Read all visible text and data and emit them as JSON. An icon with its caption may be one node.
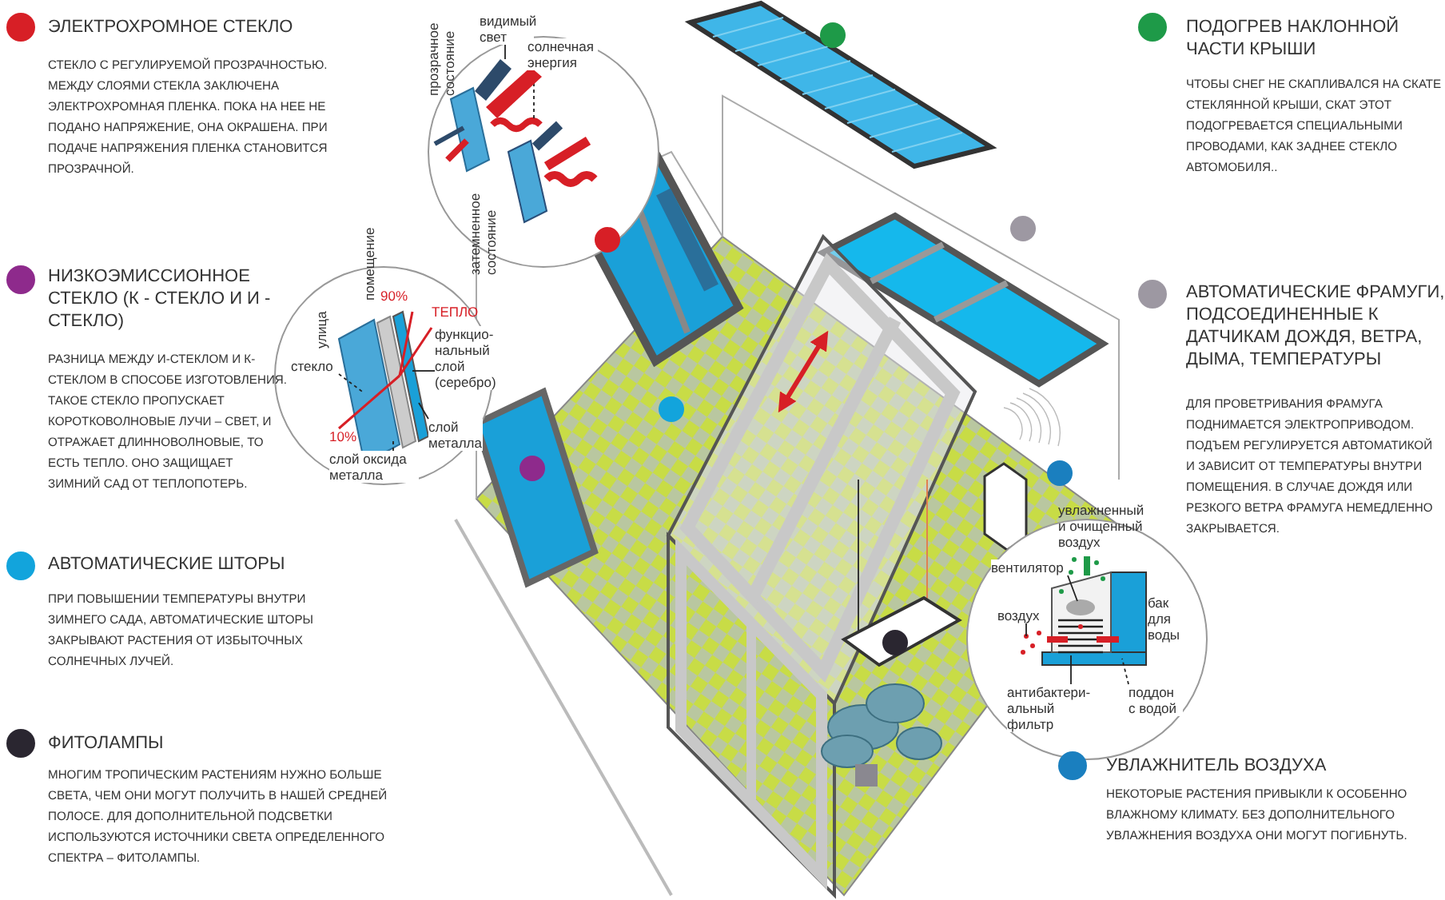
{
  "diagram": {
    "nodes": [
      {
        "text": [
          "стекло"
        ]
      },
      {
        "text": [
          "функцио- нальный слой (серебро)"
        ]
      },
      {
        "text": [
          "слой металла"
        ]
      },
      {
        "text": [
          "слой оксида металла"
        ]
      },
      {
        "text": [
          "видимый свет"
        ]
      },
      {
        "text": [
          "солнечная энергия"
        ]
      },
      {
        "text": [
          "вентилятор"
        ]
      },
      {
        "text": [
          "воздух"
        ]
      },
      {
        "text": [
          "антибактери- альный фильтр"
        ]
      },
      {
        "text": [
          "поддон с водой"
        ]
      },
      {
        "text": [],
        "shape": "bar"
      },
      {
        "text": [],
        "shape": "bar"
      }
    ],
    "edges": [
      {
        "from": 0,
        "to": null,
        "arrow": "none",
        "style": "dashed"
      },
      {
        "from": 1,
        "to": null,
        "arrow": "none"
      },
      {
        "from": 2,
        "to": null,
        "arrow": "none"
      },
      {
        "from": 3,
        "to": null,
        "arrow": "none",
        "style": "dashed"
      },
      {
        "from": 4,
        "to": 10,
        "arrow": "none"
      },
      {
        "from": 5,
        "to": 11,
        "arrow": "none",
        "style": "dashed"
      },
      {
        "from": 6,
        "to": null,
        "arrow": "none"
      },
      {
        "from": 7,
        "to": null,
        "arrow": "none"
      },
      {
        "from": 8,
        "to": null,
        "arrow": "none"
      },
      {
        "from": 9,
        "to": null,
        "arrow": "none",
        "style": "dashed"
      }
    ],
    "labels": [
      "СТЕКЛО С РЕГУЛИРУЕМОЙ ПРОЗРАЧНОСТЬЮ. МЕЖДУ СЛОЯМИ СТЕКЛА ЗАКЛЮЧЕНА ЭЛЕКТРОХРОМНАЯ ПЛЕНКА. ПОКА НА НЕЕ НЕ ПОДАНО НАПРЯЖЕНИЕ, ОНА ОКРАШЕНА. ПРИ ПОДАЧЕ НАПРЯЖЕНИЯ ПЛЕНКА СТАНОВИТСЯ ПРОЗРАЧНОЙ.",
      "РАЗНИЦА МЕЖДУ И-СТЕКЛОМ И К-СТЕКЛОМ В СПОСОБЕ ИЗГОТОВЛЕНИЯ. ТАКОЕ СТЕКЛО ПРОПУСКАЕТ КОРОТКОВОЛНОВЫЕ ЛУЧИ – СВЕТ, И ОТРАЖАЕТ ДЛИННОВОЛНОВЫЕ, ТО ЕСТЬ ТЕПЛО. ОНО ЗАЩИЩАЕТ ЗИМНИЙ САД ОТ ТЕПЛОПОТЕРЬ.",
      "ПРИ ПОВЫШЕНИИ ТЕМПЕРАТУРЫ ВНУТРИ ЗИМНЕГО САДА, АВТОМАТИЧЕСКИЕ ШТОРЫ ЗАКРЫВАЮТ РАСТЕНИЯ ОТ ИЗБЫТОЧНЫХ СОЛНЕЧНЫХ ЛУЧЕЙ.",
      "МНОГИМ ТРОПИЧЕСКИМ РАСТЕНИЯМ НУЖНО БОЛЬШЕ СВЕТА, ЧЕМ ОНИ МОГУТ ПОЛУЧИТЬ В НАШЕЙ СРЕДНЕЙ ПОЛОСЕ. ДЛЯ ДОПОЛНИТЕЛЬНОЙ ПОДСВЕТКИ ИСПОЛЬЗУЮТСЯ ИСТОЧНИКИ СВЕТА ОПРЕДЕЛЕННОГО СПЕКТРА – ФИТОЛАМПЫ.",
      "ЧТОБЫ СНЕГ НЕ СКАПЛИВАЛСЯ НА СКАТЕ СТЕКЛЯННОЙ КРЫШИ, СКАТ ЭТОТ ПОДОГРЕВАЕТСЯ СПЕЦИАЛЬНЫМИ ПРОВОДАМИ, КАК ЗАДНЕЕ СТЕКЛО АВТОМОБИЛЯ..",
      "ДЛЯ ПРОВЕТРИВАНИЯ ФРАМУГА ПОДНИМАЕТСЯ ЭЛЕКТРОПРИВОДОМ. ПОДЪЕМ РЕГУЛИРУЕТСЯ АВТОМАТИКОЙ И ЗАВИСИТ ОТ ТЕМПЕРАТУРЫ ВНУТРИ ПОМЕЩЕНИЯ. В СЛУЧАЕ ДОЖДЯ ИЛИ РЕЗКОГО ВЕТРА ФРАМУГА НЕМЕДЛЕННО ЗАКРЫВАЕТСЯ.",
      "НЕКОТОРЫЕ РАСТЕНИЯ ПРИВЫКЛИ К ОСОБЕННО ВЛАЖНОМУ КЛИМАТУ. БЕЗ ДОПОЛНИТЕЛЬНОГО УВЛАЖНЕНИЯ ВОЗДУХА ОНИ МОГУТ ПОГИБНУТЬ.",
      "прозрачное состояние",
      "затемненное состояние",
      "помещение",
      "90%",
      "улица",
      "ТЕПЛО",
      "10%",
      "увлажненный и очищенный воздух",
      "бак для воды"
    ],
    "legend": [
      {
        "text": "ЭЛЕКТРОХРОМНОЕ СТЕКЛО",
        "color": "#d71f26"
      },
      {
        "text": "НИЗКОЭМИССИОННОЕ СТЕКЛО (К - СТЕКЛО И И - СТЕКЛО)",
        "color": "#8e2a8c"
      },
      {
        "text": "АВТОМАТИЧЕСКИЕ ШТОРЫ",
        "color": "#12a4dc"
      },
      {
        "text": "ФИТОЛАМПЫ",
        "color": "#2a2630"
      },
      {
        "text": "ПОДОГРЕВ НАКЛОННОЙ ЧАСТИ КРЫШИ",
        "color": "#1e9a48"
      },
      {
        "text": "АВТОМАТИЧЕСКИЕ ФРАМУГИ, ПОДСОЕДИНЕННЫЕ К ДАТЧИКАМ ДОЖДЯ, ВЕТРА, ДЫМА, ТЕМПЕРАТУРЫ",
        "color": "#9d98a2"
      },
      {
        "text": "УВЛАЖНИТЕЛЬ ВОЗДУХА",
        "color": "#1a7fbf"
      }
    ]
  }
}
